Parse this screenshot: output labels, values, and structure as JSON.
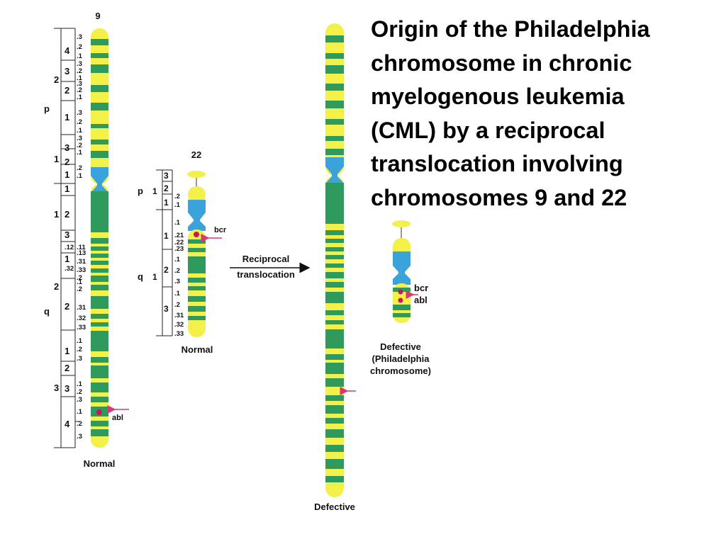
{
  "title_lines": [
    "Origin of the Philadelphia",
    "chromosome in chronic",
    "myelogenous leukemia",
    "(CML) by a reciprocal",
    "translocation involving",
    "chromosomes 9 and 22"
  ],
  "chr9": {
    "number": "9",
    "arm_p": "p",
    "arm_q": "q",
    "caption": "Normal",
    "gene": "abl",
    "regions": [
      "2",
      "1",
      "1",
      "2",
      "3"
    ],
    "bands": [
      "4",
      "3",
      "2",
      "1",
      "3",
      "2",
      "1",
      "1",
      "2",
      "3",
      "1",
      "2",
      "1",
      "2",
      "3",
      "4"
    ],
    "sub_bands": [
      ".3",
      ".2",
      ".1",
      ".3",
      ".2",
      ".1",
      ".3",
      ".2",
      ".1",
      ".3",
      ".2",
      ".1",
      ".3",
      ".2",
      ".1",
      ".3",
      ".2",
      ".1",
      ".2",
      ".1",
      ".12",
      ".11",
      ".13",
      ".32",
      ".2",
      ".31",
      ".33",
      ".1",
      ".2",
      ".31",
      ".32",
      ".33",
      ".1",
      ".2",
      ".3",
      ".1",
      ".2",
      ".3",
      ".1",
      ".2",
      ".3"
    ]
  },
  "chr22": {
    "number": "22",
    "arm_p": "p",
    "arm_q": "q",
    "caption": "Normal",
    "gene": "bcr",
    "regions": [
      "1",
      "1"
    ],
    "bands": [
      "3",
      "2",
      "1",
      "1",
      "2",
      "3"
    ],
    "sub_bands": [
      ".2",
      ".1",
      ".1",
      ".21",
      ".22",
      ".23",
      ".1",
      ".2",
      ".3",
      ".1",
      ".2",
      ".31",
      ".32",
      ".33"
    ]
  },
  "arrow": {
    "line1": "Reciprocal",
    "line2": "translocation"
  },
  "defective9": {
    "caption": "Defective"
  },
  "philadelphia": {
    "gene_bcr": "bcr",
    "gene_abl": "abl",
    "caption_line1": "Defective",
    "caption_line2": "(Philadelphia",
    "caption_line3": "chromosome)"
  },
  "colors": {
    "green": "#2f9a5e",
    "yellow": "#f4f04a",
    "blue": "#3ba3dc",
    "gene_dot": "#c8185a",
    "arrow_pink": "#d43a7a"
  }
}
